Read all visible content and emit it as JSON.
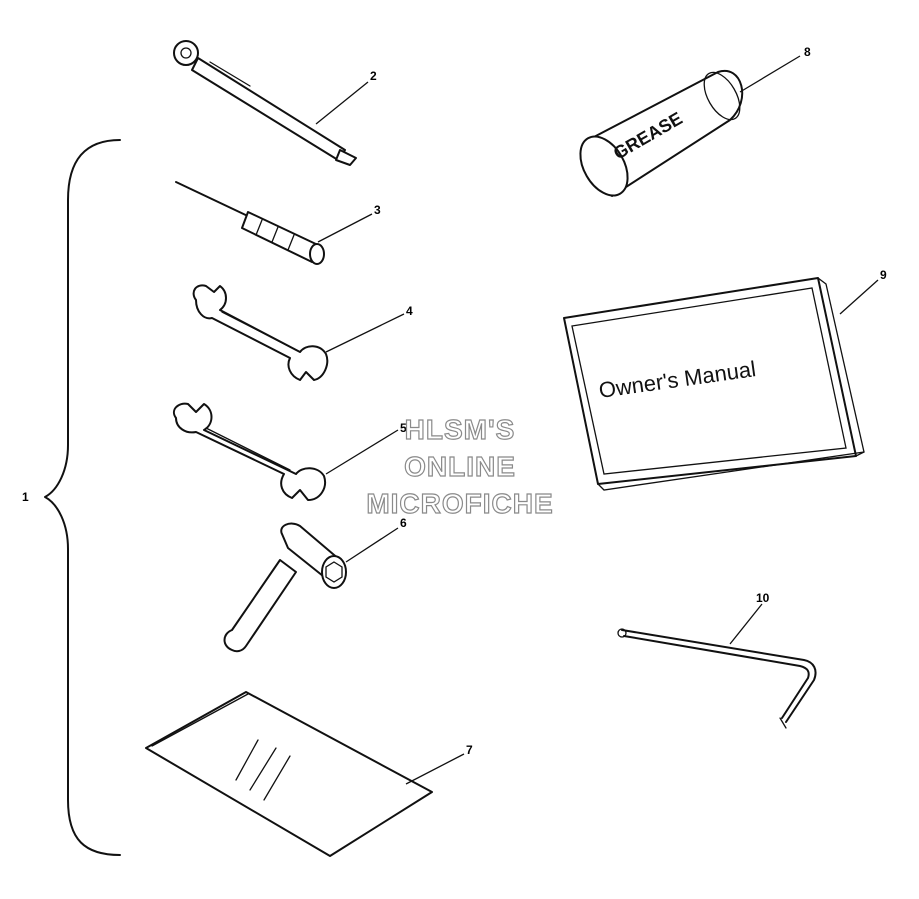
{
  "diagram": {
    "callouts": [
      "1",
      "2",
      "3",
      "4",
      "5",
      "6",
      "7",
      "8",
      "9",
      "10"
    ],
    "grease_label": "GREASE",
    "manual_title": "Owner's Manual",
    "watermark": [
      "HLSM'S",
      "ONLINE",
      "MICROFICHE"
    ]
  }
}
